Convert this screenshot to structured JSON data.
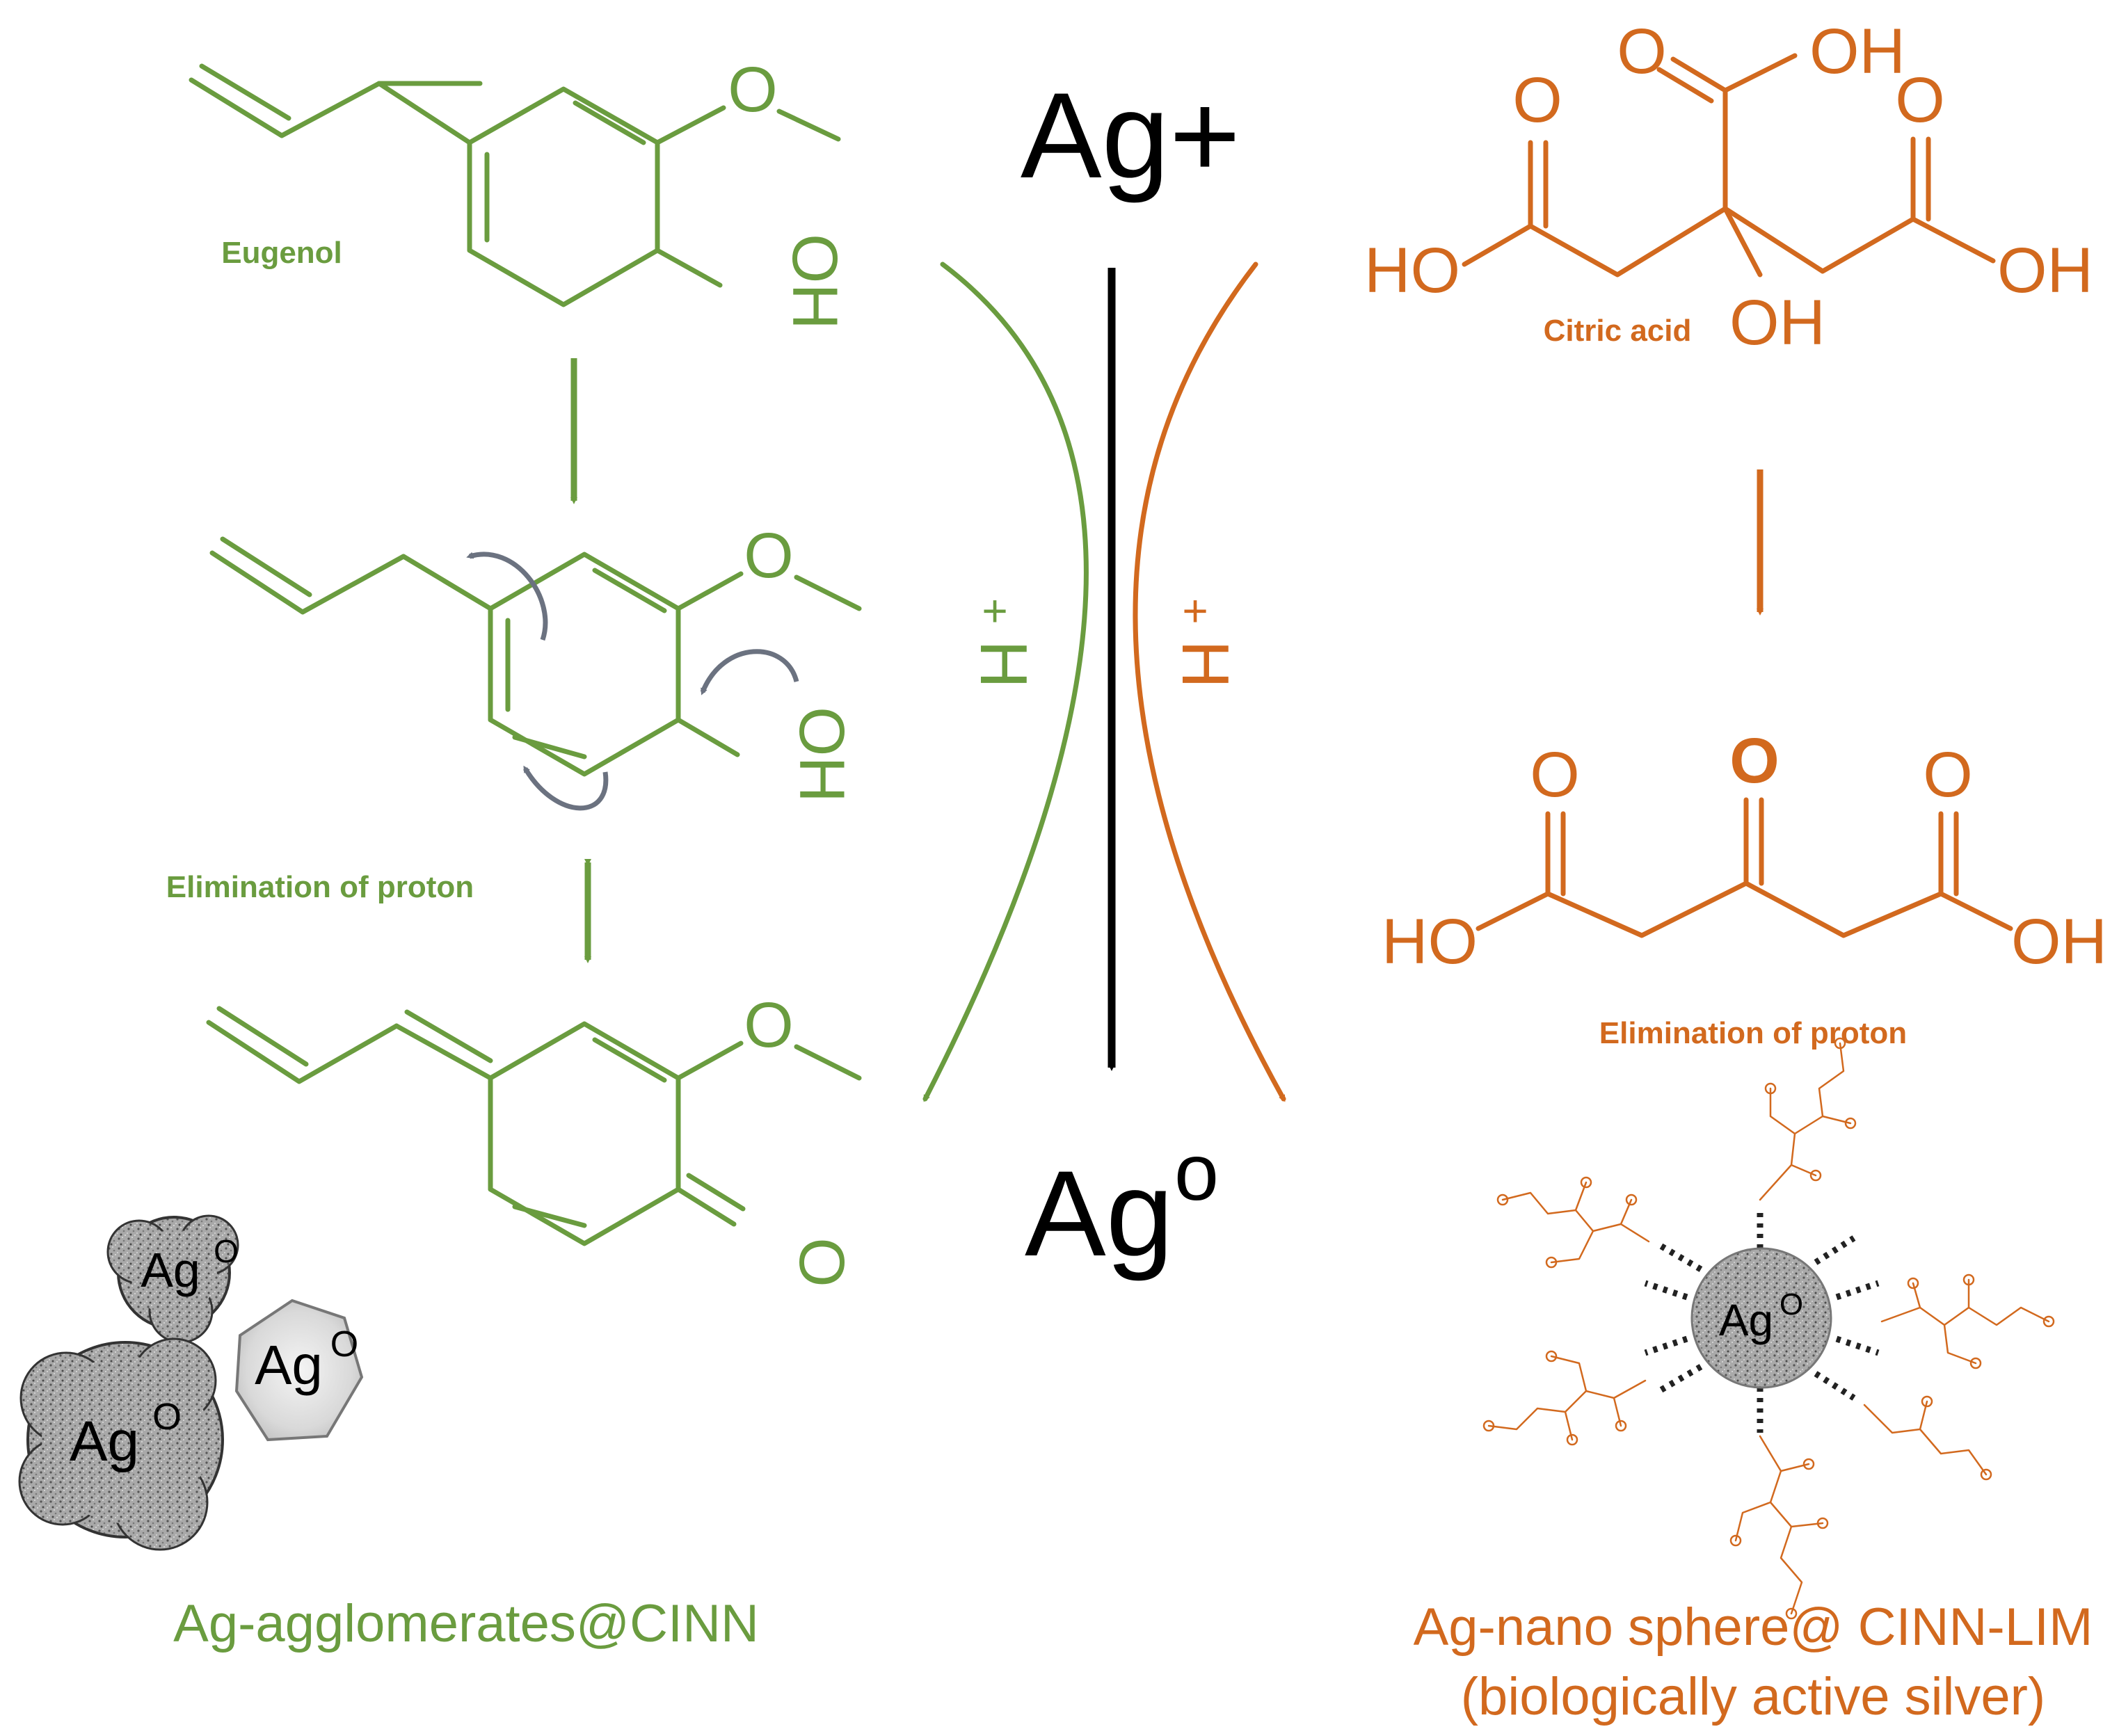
{
  "center": {
    "reactant": "Ag+",
    "product_base": "Ag",
    "product_sup": "o",
    "proton_left": "H",
    "proton_right": "H",
    "proton_charge": "+"
  },
  "left": {
    "molecule_name": "Eugenol",
    "o_methoxy": "O",
    "oh": "OH",
    "ketone_o": "O",
    "intermediate_label": "Elimination of proton",
    "cluster_base": "Ag",
    "cluster_sup": "O",
    "caption": "Ag-agglomerates@CINN"
  },
  "right": {
    "molecule_name": "Citric acid",
    "o": "O",
    "oh": "OH",
    "ho": "HO",
    "intermediate_label": "Elimination of proton",
    "particle_base": "Ag",
    "particle_sup": "O",
    "caption_line1": "Ag-nano sphere@ CINN-LIM",
    "caption_line2": "(biologically active silver)"
  },
  "colors": {
    "green": "#6a9c3f",
    "orange": "#d2691e",
    "black": "#000000",
    "grey_arrow": "#6b7280",
    "particle_grey": "#9a9a9a"
  }
}
